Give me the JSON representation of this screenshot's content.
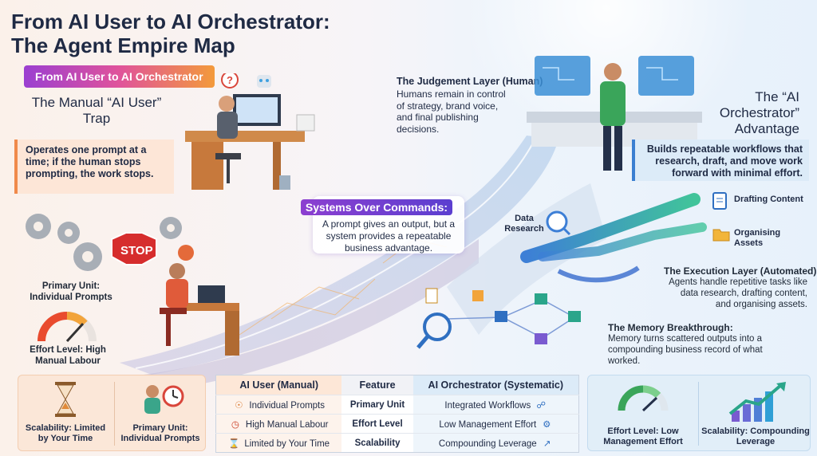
{
  "title": "From AI User to AI Orchestrator: The Agent Empire Map",
  "pill": "From AI User to AI Orchestrator",
  "manual": {
    "title": "The Manual “AI User” Trap",
    "text": "Operates one prompt at a time; if the human stops prompting, the work stops.",
    "stop_sign": "STOP",
    "primary_unit": "Primary Unit: Individual Prompts",
    "effort_level": "Effort Level: High Manual Labour"
  },
  "systems": {
    "title": "Systems Over Commands:",
    "text": "A prompt gives an output, but a system provides a repeatable business advantage."
  },
  "judgement": {
    "title": "The Judgement Layer (Human)",
    "text": "Humans remain in control of strategy, brand voice, and final publishing decisions."
  },
  "orchestrator": {
    "title": "The “AI Orchestrator” Advantage",
    "text": "Builds repeatable workflows that research, draft, and move work forward with minimal effort."
  },
  "workflow": {
    "data_research": "Data Research",
    "drafting": "Drafting Content",
    "organising": "Organising Assets"
  },
  "execution": {
    "title": "The Execution Layer (Automated)",
    "text": "Agents handle repetitive tasks like data research, drafting content, and organising assets."
  },
  "memory": {
    "title": "The Memory Breakthrough:",
    "text": "Memory turns scattered outputs into a compounding business record of what worked."
  },
  "bottom_left": {
    "scalability": "Scalability: Limited by Your Time",
    "primary_unit": "Primary Unit: Individual Prompts"
  },
  "table": {
    "headers": [
      "AI User (Manual)",
      "Feature",
      "AI Orchestrator (Systematic)"
    ],
    "rows": [
      [
        "Individual Prompts",
        "Primary Unit",
        "Integrated Workflows"
      ],
      [
        "High Manual Labour",
        "Effort Level",
        "Low Management Effort"
      ],
      [
        "Limited by Your Time",
        "Scalability",
        "Compounding Leverage"
      ]
    ]
  },
  "bottom_right": {
    "effort": "Effort Level: Low Management Effort",
    "scalability": "Scalability: Compounding Leverage"
  },
  "colors": {
    "manual_accent": "#f08a4b",
    "orchestrator_accent": "#3b7fd1",
    "systems_accent": "#7b3fd0"
  }
}
